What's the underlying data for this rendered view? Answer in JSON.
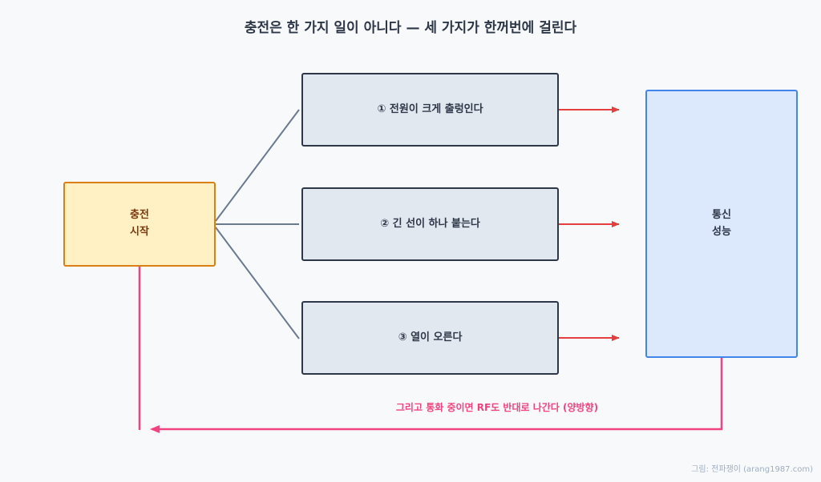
{
  "title": "충전은 한 가지 일이 아니다 — 세 가지가 한꺼번에 걸린다",
  "start_box": {
    "label": "충전\n시작"
  },
  "steps": [
    {
      "label": "① 전원이 크게 출렁인다"
    },
    {
      "label": "② 긴 선이 하나 붙는다"
    },
    {
      "label": "③ 열이 오른다"
    }
  ],
  "target_box": {
    "label": "통신\n성능"
  },
  "feedback_note": "그리고 통화 중이면 RF도 반대로 나간다 (양방향)",
  "credit": "그림: 전파쟁이 (arang1987.com)",
  "colors": {
    "connector": "#6b7a90",
    "arrow": "#e53e3e",
    "feedback": "#f0437f"
  }
}
